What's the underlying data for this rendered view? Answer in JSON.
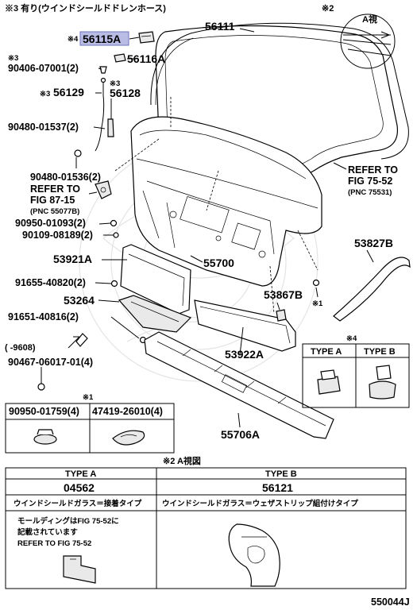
{
  "header": {
    "note3": "※3 有り(ウインドシールドドレンホース)",
    "note2_mark": "※2",
    "view_label": "A視"
  },
  "parts": {
    "p56111": "56111",
    "p56115A": "56115A",
    "p56115A_mark": "※4",
    "p56116A": "56116A",
    "p90406": "90406-07001(2)",
    "p90406_mark": "※3",
    "p56129": "56129",
    "p56129_mark": "※3",
    "p56128": "56128",
    "p56128_mark": "※3",
    "p90480a": "90480-01537(2)",
    "p90480b": "90480-01536(2)",
    "refer1_l1": "REFER TO",
    "refer1_l2": "FIG 87-15",
    "refer1_l3": "(PNC 55077B)",
    "p90950": "90950-01093(2)",
    "p90109": "90109-08189(2)",
    "p53921A": "53921A",
    "p55700": "55700",
    "p91655": "91655-40820(2)",
    "p53264": "53264",
    "p91651": "91651-40816(2)",
    "p53867B": "53867B",
    "p53867B_mark": "※1",
    "p53922A": "53922A",
    "p53827B": "53827B",
    "refer2_l1": "REFER TO",
    "refer2_l2": "FIG 75-52",
    "refer2_l3": "(PNC 75531)",
    "range": "(    -9608)",
    "p90467": "90467-06017-01(4)",
    "p55706A": "55706A"
  },
  "mark1_box": {
    "mark": "※1",
    "col1": "90950-01759(4)",
    "col2": "47419-26010(4)"
  },
  "mark4_box": {
    "mark": "※4",
    "type_a": "TYPE A",
    "type_b": "TYPE B"
  },
  "view_table": {
    "title": "※2 A視図",
    "type_a": "TYPE A",
    "type_b": "TYPE B",
    "code_a": "04562",
    "code_b": "56121",
    "desc_a": "ウインドシールドガラス＝接着タイプ",
    "desc_b": "ウインドシールドガラス＝ウェザストリップ組付けタイプ",
    "note_l1": "モールディングはFIG 75-52に",
    "note_l2": "記載されています",
    "note_l3": "REFER TO FIG 75-52"
  },
  "footer": {
    "code": "550044J"
  }
}
